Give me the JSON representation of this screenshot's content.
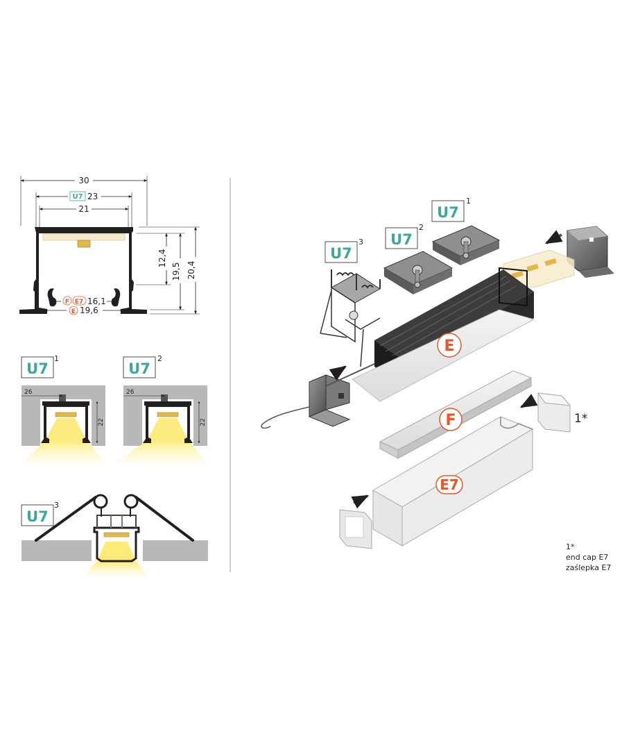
{
  "colors": {
    "badge_text": "#3aa99c",
    "badge_border": "#3aa99c",
    "accent_orange": "#e8562a",
    "profile_black": "#231f20",
    "wall_gray": "#b8b8b8",
    "light_yellow": "#fce96a"
  },
  "section": {
    "dims": {
      "width_total": "30",
      "badge": "U7",
      "width_u7": "23",
      "width_inner": "21",
      "height_small": "12,4",
      "height_mid": "19,5",
      "height_total": "20,4",
      "label_f": "F",
      "label_e7": "E7",
      "width_fe7": "16,1",
      "label_e": "E",
      "width_e": "19,6"
    }
  },
  "mounting": [
    {
      "badge": "U7",
      "index": "1",
      "dim_width": "26",
      "dim_height": "22"
    },
    {
      "badge": "U7",
      "index": "2",
      "dim_width": "26",
      "dim_height": "22"
    },
    {
      "badge": "U7",
      "index": "3"
    }
  ],
  "exploded": {
    "bracket_labels": [
      {
        "badge": "U7",
        "index": "1"
      },
      {
        "badge": "U7",
        "index": "2"
      },
      {
        "badge": "U7",
        "index": "3"
      }
    ],
    "part_e": "E",
    "part_f": "F",
    "part_e7": "E7",
    "cap_label": "1*"
  },
  "footnote": {
    "mark": "1*",
    "line1": "end cap E7",
    "line2": "zaślepka E7"
  }
}
